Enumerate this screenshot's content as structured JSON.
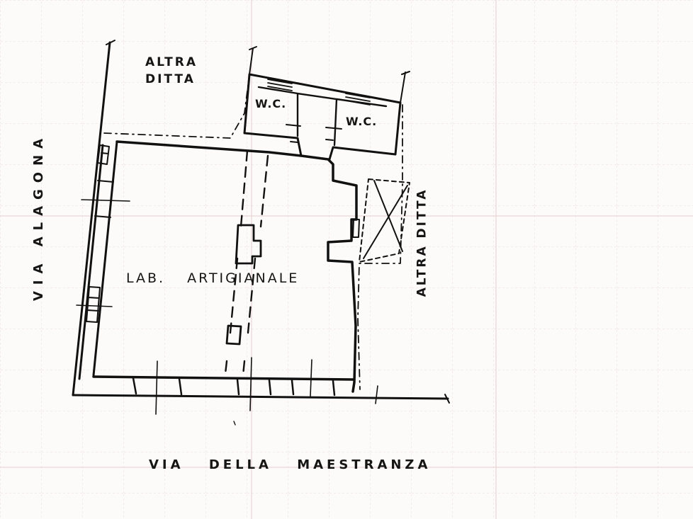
{
  "labels": {
    "top_neighbor_line1": "ALTRA",
    "top_neighbor_line2": "DITTA",
    "wc_left": "W.C.",
    "wc_right": "W.C.",
    "right_neighbor": "ALTRA DITTA",
    "west_street": "VIA ALAGONA",
    "main_room": "LAB. ARTIGIANALE",
    "south_street": "VIA DELLA MAESTRANZA"
  }
}
